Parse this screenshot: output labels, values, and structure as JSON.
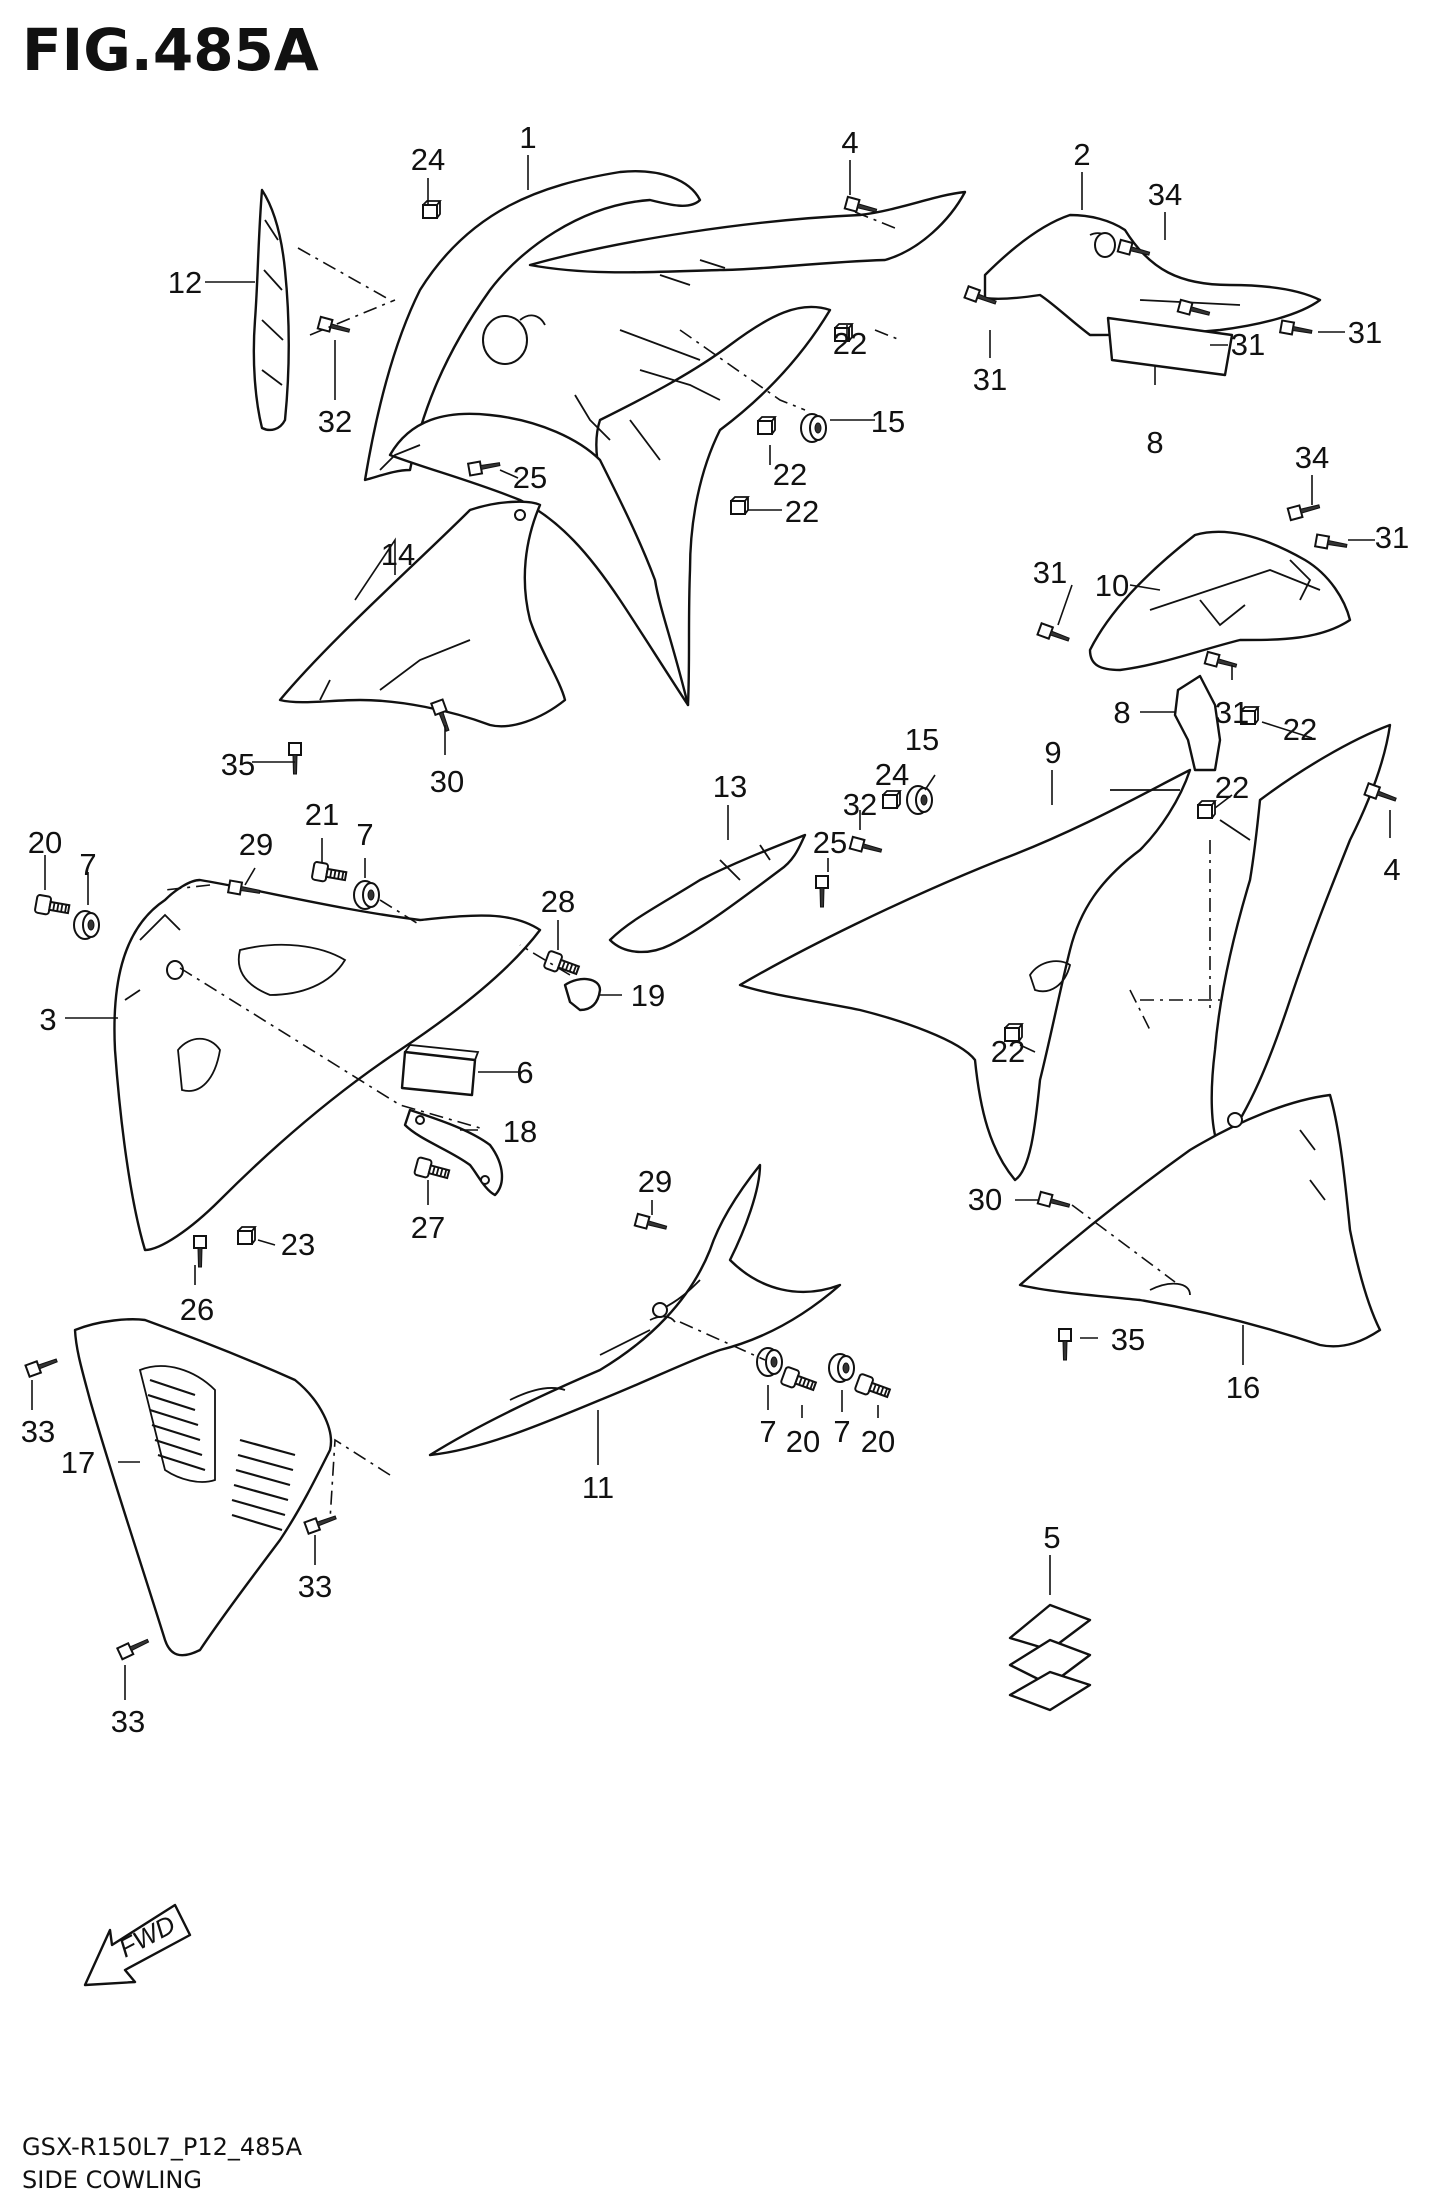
{
  "figure": {
    "title": "FIG.485A",
    "code": "GSX-R150L7_P12_485A",
    "name": "SIDE COWLING",
    "direction_label": "FWD"
  },
  "callouts": {
    "c1": "1",
    "c2": "2",
    "c3": "3",
    "c4a": "4",
    "c4b": "4",
    "c5": "5",
    "c6": "6",
    "c7a": "7",
    "c7b": "7",
    "c7c": "7",
    "c7d": "7",
    "c8a": "8",
    "c8b": "8",
    "c9": "9",
    "c10": "10",
    "c11": "11",
    "c12": "12",
    "c13": "13",
    "c14": "14",
    "c15a": "15",
    "c15b": "15",
    "c16": "16",
    "c17": "17",
    "c18": "18",
    "c19": "19",
    "c20a": "20",
    "c20b": "20",
    "c20c": "20",
    "c21": "21",
    "c22a": "22",
    "c22b": "22",
    "c22c": "22",
    "c22d": "22",
    "c22e": "22",
    "c22f": "22",
    "c23": "23",
    "c24a": "24",
    "c24b": "24",
    "c25a": "25",
    "c25b": "25",
    "c26": "26",
    "c27": "27",
    "c28": "28",
    "c29a": "29",
    "c29b": "29",
    "c30a": "30",
    "c30b": "30",
    "c31a": "31",
    "c31b": "31",
    "c31c": "31",
    "c31d": "31",
    "c31e": "31",
    "c31f": "31",
    "c32a": "32",
    "c32b": "32",
    "c33a": "33",
    "c33b": "33",
    "c33c": "33",
    "c34a": "34",
    "c34b": "34",
    "c35a": "35",
    "c35b": "35"
  }
}
